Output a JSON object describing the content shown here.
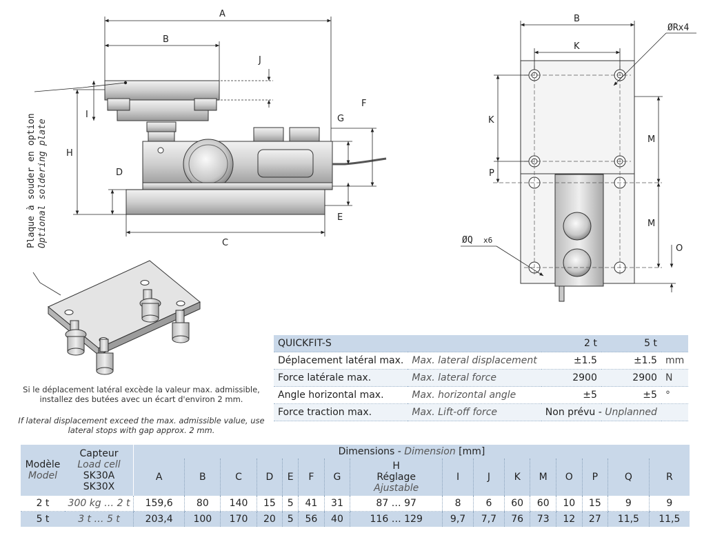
{
  "drawing_labels": {
    "A": "A",
    "B": "B",
    "J": "J",
    "I": "I",
    "H": "H",
    "D": "D",
    "C": "C",
    "F": "F",
    "G": "G",
    "E": "E",
    "B_right": "B",
    "K": "K",
    "K_side": "K",
    "M_top": "M",
    "M_bottom": "M",
    "P": "P",
    "O": "O",
    "R": "ØRx4",
    "Q": "ØQ",
    "Q_count": "x6"
  },
  "plate_label": {
    "fr": "Plaque à souder en option",
    "en": "Optional soldering plate"
  },
  "notes": {
    "fr_line1": "Si le déplacement latéral excède la valeur max. admissible,",
    "fr_line2": "installez des butées avec un écart d'environ 2 mm.",
    "en_line1": "If lateral displacement exceed the max. admissible value, use",
    "en_line2": "lateral stops with gap approx. 2 mm."
  },
  "quickfit": {
    "title": "QUICKFIT-S",
    "col1": "2 t",
    "col2": "5 t",
    "rows": [
      {
        "fr": "Déplacement latéral max.",
        "en": "Max. lateral displacement",
        "v1": "±1.5",
        "v2": "±1.5",
        "unit": "mm"
      },
      {
        "fr": "Force latérale max.",
        "en": "Max. lateral force",
        "v1": "2900",
        "v2": "2900",
        "unit": "N"
      },
      {
        "fr": "Angle horizontal max.",
        "en": "Max. horizontal angle",
        "v1": "±5",
        "v2": "±5",
        "unit": "°"
      },
      {
        "fr": "Force traction max.",
        "en": "Max. Lift-off force",
        "v_merged_fr": "Non prévu",
        "v_merged_en": "Unplanned",
        "unit": ""
      }
    ]
  },
  "dimensions": {
    "model_fr": "Modèle",
    "model_en": "Model",
    "cell_fr": "Capteur",
    "cell_en": "Load cell",
    "cell_m1": "SK30A",
    "cell_m2": "SK30X",
    "dim_title_fr": "Dimensions - ",
    "dim_title_en": "Dimension",
    "dim_unit": " [mm]",
    "h_title": "H",
    "h_fr": "Réglage",
    "h_en": "Ajustable",
    "columns": [
      "A",
      "B",
      "C",
      "D",
      "E",
      "F",
      "G",
      "H",
      "I",
      "J",
      "K",
      "M",
      "O",
      "P",
      "Q",
      "R"
    ],
    "rows": [
      {
        "model": "2 t",
        "cell": "300 kg … 2 t",
        "values": [
          "159,6",
          "80",
          "140",
          "15",
          "5",
          "41",
          "31",
          "87 … 97",
          "8",
          "6",
          "60",
          "60",
          "10",
          "15",
          "9",
          "9"
        ]
      },
      {
        "model": "5 t",
        "cell": "3 t … 5 t",
        "values": [
          "203,4",
          "100",
          "170",
          "20",
          "5",
          "56",
          "40",
          "116 … 129",
          "9,7",
          "7,7",
          "76",
          "73",
          "12",
          "27",
          "11,5",
          "11,5"
        ]
      }
    ]
  }
}
